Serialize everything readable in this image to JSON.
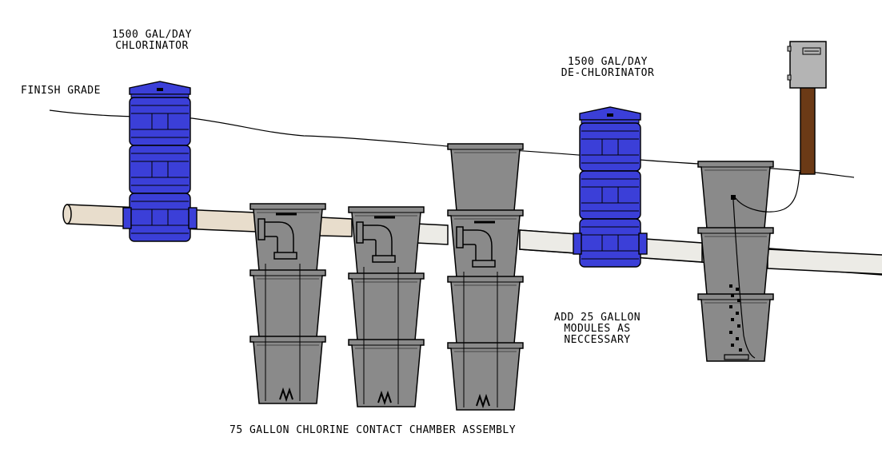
{
  "labels": {
    "chlorinator_line1": "1500 GAL/DAY",
    "chlorinator_line2": "CHLORINATOR",
    "dechlorinator_line1": "1500 GAL/DAY",
    "dechlorinator_line2": "DE-CHLORINATOR",
    "finish_grade": "FINISH GRADE",
    "modules_line1": "ADD 25 GALLON",
    "modules_line2": "MODULES AS",
    "modules_line3": "NECCESSARY",
    "assembly": "75 GALLON CHLORINE CONTACT CHAMBER ASSEMBLY"
  },
  "colors": {
    "pipe_inlet": "#e8ddcc",
    "pipe_outlet": "#ecebe6",
    "tank_blue": "#3b3fd8",
    "tank_gray": "#8a8a8a",
    "post_brown": "#6b3a16",
    "panel_gray": "#b4b4b4"
  }
}
